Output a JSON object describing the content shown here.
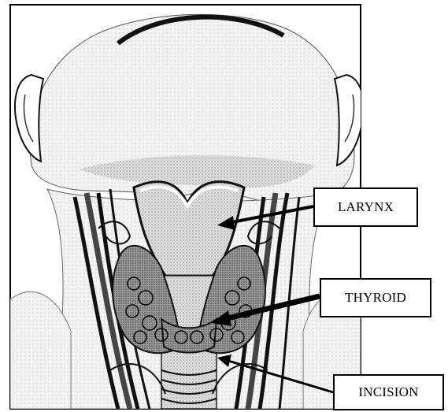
{
  "diagram": {
    "labels": {
      "larynx": "LARYNX",
      "thyroid": "THYROID",
      "incision": "INCISION"
    },
    "colors": {
      "ink": "#000000",
      "paper": "#ffffff",
      "skin_shade": "#bdbdbd"
    }
  }
}
